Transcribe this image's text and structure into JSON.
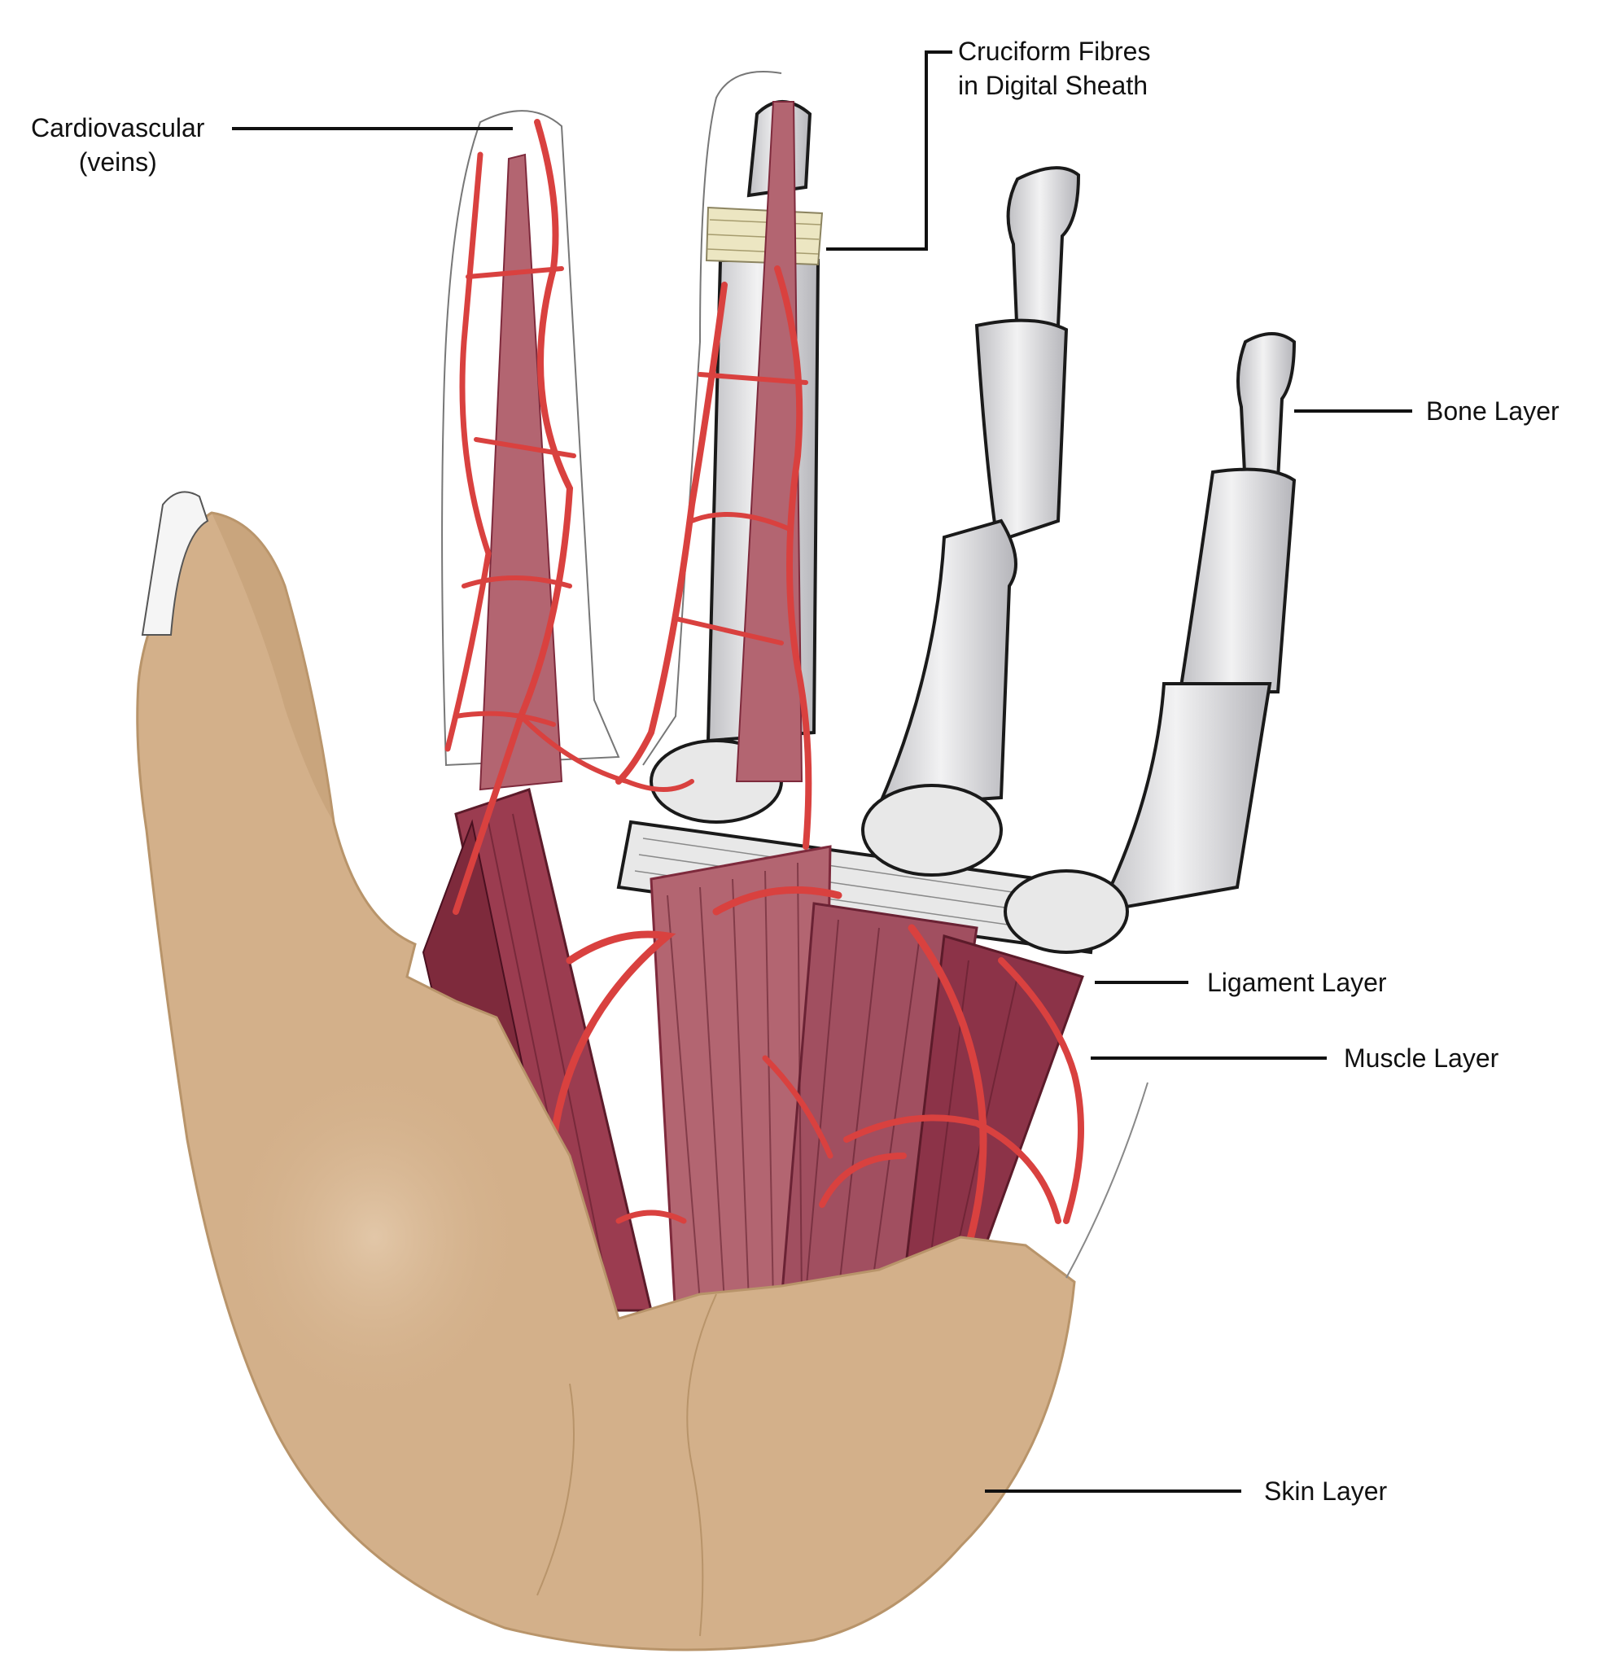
{
  "labels": {
    "cardiovascular": {
      "line1": "Cardiovascular",
      "line2": "(veins)"
    },
    "cruciform": {
      "line1": "Cruciform Fibres",
      "line2": "in Digital Sheath"
    },
    "bone": "Bone Layer",
    "ligament": "Ligament Layer",
    "muscle": "Muscle Layer",
    "skin": "Skin Layer"
  },
  "colors": {
    "skin": "#d3b08a",
    "skin_shadow": "#c09a70",
    "skin_highlight": "#e2c7a8",
    "muscle": "#b36571",
    "muscle_dark": "#7e2a3c",
    "vein": "#d9413f",
    "bone": "#d9d9dc",
    "bone_highlight": "#f3f3f4",
    "ligament": "#e8e8e8",
    "sheath": "#ece6c2",
    "leader": "#111111"
  }
}
